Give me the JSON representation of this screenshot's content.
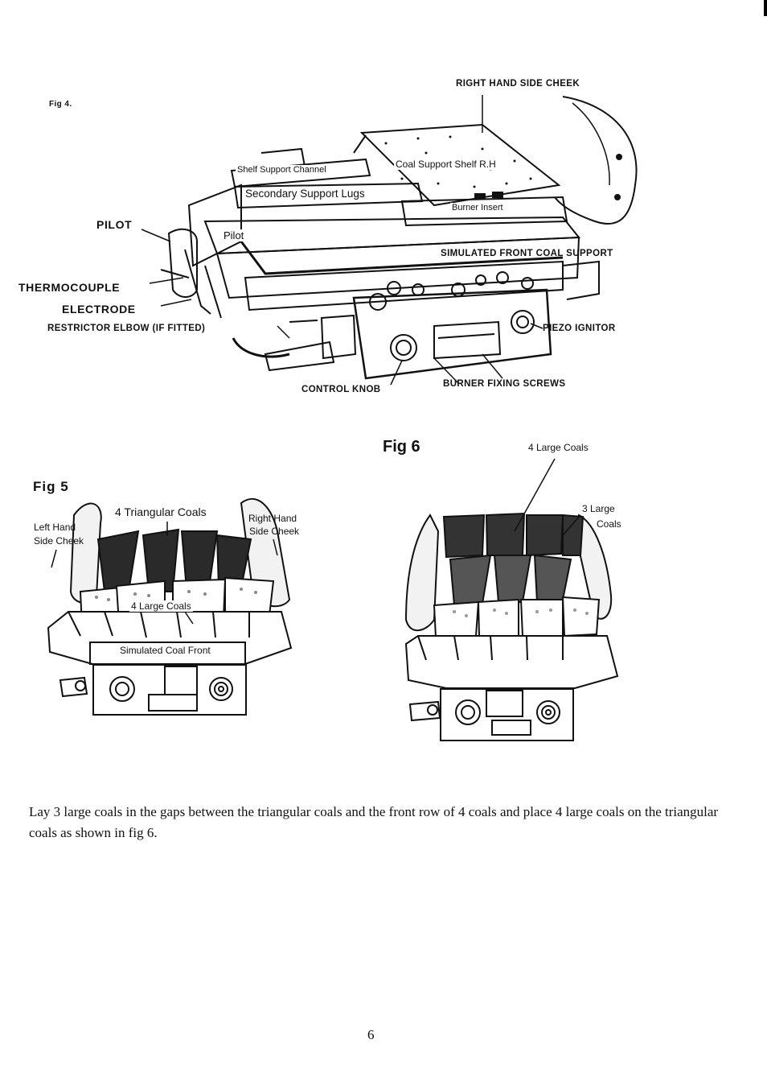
{
  "fig4": {
    "title": "Fig 4.",
    "labels": {
      "right_hand_side_cheek": "RIGHT HAND SIDE CHEEK",
      "shelf_support_channel": "Shelf Support Channel",
      "coal_support_shelf": "Coal Support Shelf R.H",
      "secondary_support_lugs": "Secondary Support Lugs",
      "burner_insert": "Burner Insert",
      "pilot_outer": "PILOT",
      "pilot_inner": "Pilot",
      "simulated_front_coal_support": "SIMULATED FRONT COAL SUPPORT",
      "thermocouple": "THERMOCOUPLE",
      "electrode": "ELECTRODE",
      "restrictor_elbow": "RESTRICTOR ELBOW (IF FITTED)",
      "piezo_ignitor": "PIEZO IGNITOR",
      "control_knob": "CONTROL KNOB",
      "burner_fixing_screws": "BURNER FIXING SCREWS"
    }
  },
  "fig5": {
    "title": "Fig 5",
    "labels": {
      "triangular_coals": "4 Triangular Coals",
      "left_hand_side_cheek_1": "Left Hand",
      "left_hand_side_cheek_2": "Side Cheek",
      "right_hand_side_cheek_1": "Right Hand",
      "right_hand_side_cheek_2": "Side Cheek",
      "large_coals": "4 Large Coals",
      "simulated_coal_front": "Simulated Coal Front"
    }
  },
  "fig6": {
    "title": "Fig 6",
    "labels": {
      "four_large_coals": "4 Large Coals",
      "three_large_coals_1": "3 Large",
      "three_large_coals_2": "Coals"
    }
  },
  "instruction_text": "Lay 3 large coals in the gaps between the triangular coals and the front row of 4 coals and place 4 large coals on the triangular coals as shown in fig 6.",
  "page_number": "6"
}
